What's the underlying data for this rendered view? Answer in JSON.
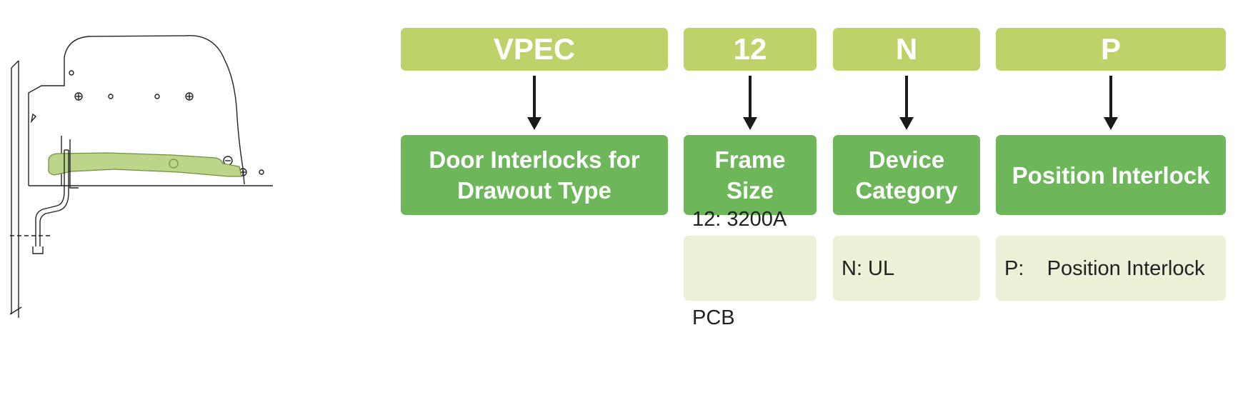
{
  "colors": {
    "code_box": "#bdd36a",
    "description_box": "#6eb65a",
    "option_box": "#eaf1d7",
    "lever_fill": "#bdd58a",
    "arrow": "#1a1a1a"
  },
  "code_segments": [
    {
      "code": "VPEC",
      "description_lines": [
        "Door Interlocks for",
        "Drawout Type"
      ],
      "options": []
    },
    {
      "code": "12",
      "description_lines": [
        "Frame Size"
      ],
      "options": [
        "12: 3200A",
        "PCB"
      ]
    },
    {
      "code": "N",
      "description_lines": [
        "Device",
        "Category"
      ],
      "options": [
        "N: UL"
      ]
    },
    {
      "code": "P",
      "description_lines": [
        "Position Interlock"
      ],
      "options": [
        "P:    Position Interlock"
      ]
    }
  ],
  "illustration": {
    "icon": "door-interlock-drawing-icon"
  }
}
